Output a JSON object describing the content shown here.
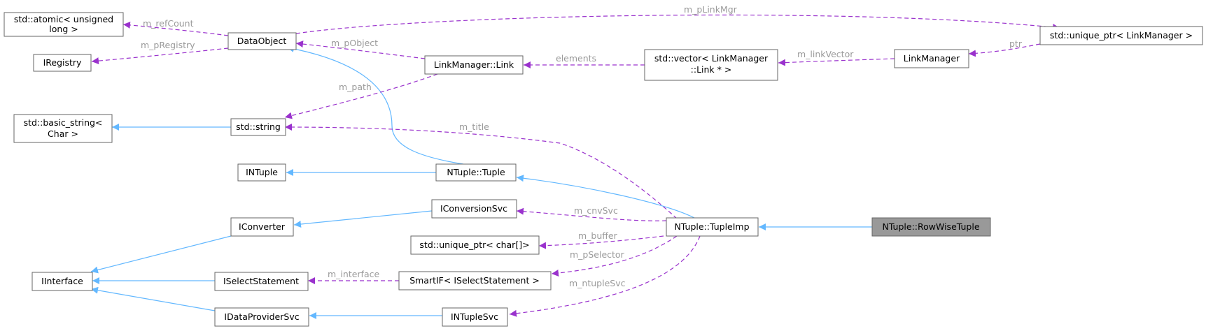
{
  "colors": {
    "inheritance": "#63b8ff",
    "usage": "#9a32cd",
    "node_border": "#666666",
    "current_node_fill": "#999999",
    "edge_label": "#9a9a9a"
  },
  "nodes": {
    "atomic": [
      "std::atomic< unsigned",
      "long >"
    ],
    "iregistry": [
      "IRegistry"
    ],
    "dataobject": [
      "DataObject"
    ],
    "basic_string": [
      "std::basic_string<",
      "Char >"
    ],
    "string": [
      "std::string"
    ],
    "intuple": [
      "INTuple"
    ],
    "iconverter": [
      "IConverter"
    ],
    "iinterface": [
      "IInterface"
    ],
    "iselect": [
      "ISelectStatement"
    ],
    "idataprovider": [
      "IDataProviderSvc"
    ],
    "link": [
      "LinkManager::Link"
    ],
    "vector": [
      "std::vector< LinkManager",
      "::Link * >"
    ],
    "linkmanager": [
      "LinkManager"
    ],
    "uptr_linkmgr": [
      "std::unique_ptr< LinkManager >"
    ],
    "tuple": [
      "NTuple::Tuple"
    ],
    "iconversionsvc": [
      "IConversionSvc"
    ],
    "uptr_char": [
      "std::unique_ptr< char[]>"
    ],
    "smartif": [
      "SmartIF< ISelectStatement >"
    ],
    "intuplesvc": [
      "INTupleSvc"
    ],
    "tupleimp": [
      "NTuple::TupleImp"
    ],
    "rowwise": [
      "NTuple::RowWiseTuple"
    ]
  },
  "edge_labels": {
    "refcount": "m_refCount",
    "pregistry": "m_pRegistry",
    "pobject": "m_pObject",
    "plinkmgr": "m_pLinkMgr",
    "elements": "elements",
    "linkvector": "m_linkVector",
    "ptr": "ptr",
    "path": "m_path",
    "title": "m_title",
    "cnvsvc": "m_cnvSvc",
    "buffer": "m_buffer",
    "pselector": "m_pSelector",
    "interface": "m_interface",
    "ntuplesvc": "m_ntupleSvc"
  }
}
